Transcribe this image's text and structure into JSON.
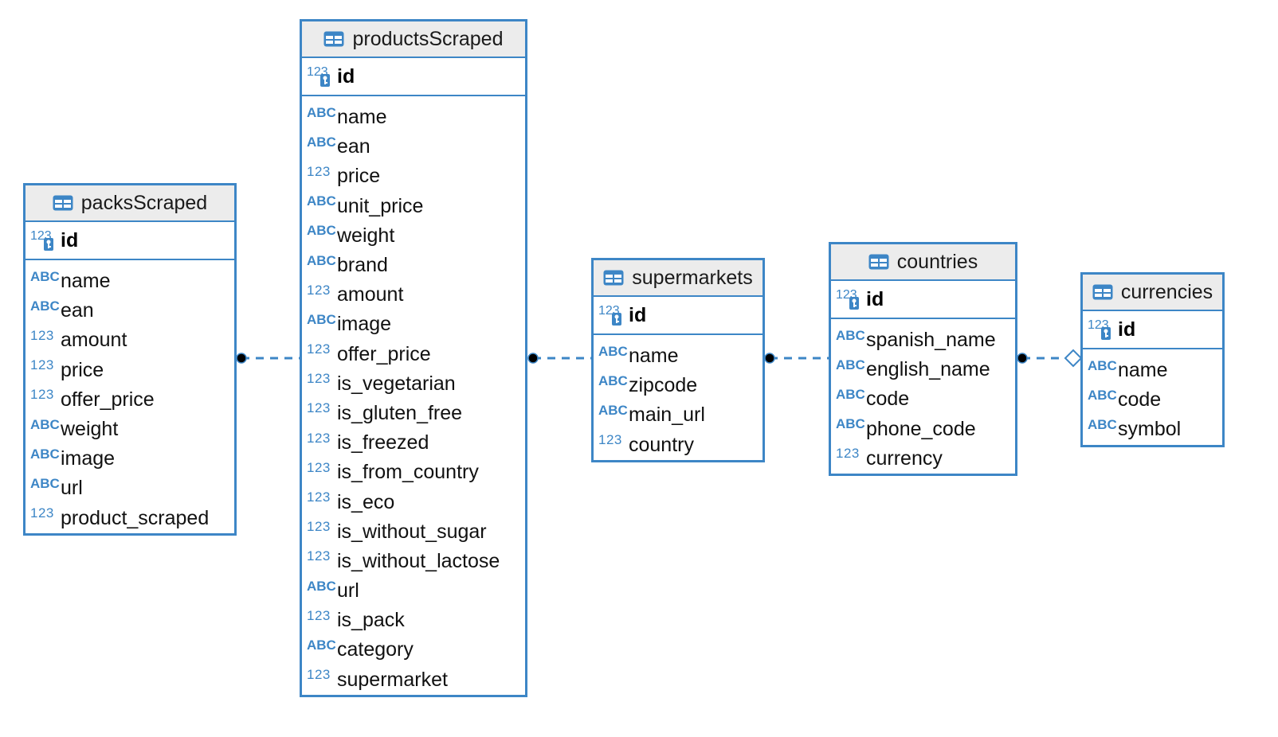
{
  "colors": {
    "accent": "#3d86c6",
    "header_bg": "#ececec"
  },
  "entities": {
    "packs": {
      "name": "packsScraped",
      "pk": {
        "type": "123",
        "name": "id"
      },
      "columns": [
        {
          "type": "ABC",
          "name": "name"
        },
        {
          "type": "ABC",
          "name": "ean"
        },
        {
          "type": "123",
          "name": "amount"
        },
        {
          "type": "123",
          "name": "price"
        },
        {
          "type": "123",
          "name": "offer_price"
        },
        {
          "type": "ABC",
          "name": "weight"
        },
        {
          "type": "ABC",
          "name": "image"
        },
        {
          "type": "ABC",
          "name": "url"
        },
        {
          "type": "123",
          "name": "product_scraped"
        }
      ]
    },
    "products": {
      "name": "productsScraped",
      "pk": {
        "type": "123",
        "name": "id"
      },
      "columns": [
        {
          "type": "ABC",
          "name": "name"
        },
        {
          "type": "ABC",
          "name": "ean"
        },
        {
          "type": "123",
          "name": "price"
        },
        {
          "type": "ABC",
          "name": "unit_price"
        },
        {
          "type": "ABC",
          "name": "weight"
        },
        {
          "type": "ABC",
          "name": "brand"
        },
        {
          "type": "123",
          "name": "amount"
        },
        {
          "type": "ABC",
          "name": "image"
        },
        {
          "type": "123",
          "name": "offer_price"
        },
        {
          "type": "123",
          "name": "is_vegetarian"
        },
        {
          "type": "123",
          "name": "is_gluten_free"
        },
        {
          "type": "123",
          "name": "is_freezed"
        },
        {
          "type": "123",
          "name": "is_from_country"
        },
        {
          "type": "123",
          "name": "is_eco"
        },
        {
          "type": "123",
          "name": "is_without_sugar"
        },
        {
          "type": "123",
          "name": "is_without_lactose"
        },
        {
          "type": "ABC",
          "name": "url"
        },
        {
          "type": "123",
          "name": "is_pack"
        },
        {
          "type": "ABC",
          "name": "category"
        },
        {
          "type": "123",
          "name": "supermarket"
        }
      ]
    },
    "supermarkets": {
      "name": "supermarkets",
      "pk": {
        "type": "123",
        "name": "id"
      },
      "columns": [
        {
          "type": "ABC",
          "name": "name"
        },
        {
          "type": "ABC",
          "name": "zipcode"
        },
        {
          "type": "ABC",
          "name": "main_url"
        },
        {
          "type": "123",
          "name": "country"
        }
      ]
    },
    "countries": {
      "name": "countries",
      "pk": {
        "type": "123",
        "name": "id"
      },
      "columns": [
        {
          "type": "ABC",
          "name": "spanish_name"
        },
        {
          "type": "ABC",
          "name": "english_name"
        },
        {
          "type": "ABC",
          "name": "code"
        },
        {
          "type": "ABC",
          "name": "phone_code"
        },
        {
          "type": "123",
          "name": "currency"
        }
      ]
    },
    "currencies": {
      "name": "currencies",
      "pk": {
        "type": "123",
        "name": "id"
      },
      "columns": [
        {
          "type": "ABC",
          "name": "name"
        },
        {
          "type": "ABC",
          "name": "code"
        },
        {
          "type": "ABC",
          "name": "symbol"
        }
      ]
    }
  },
  "relationships": [
    {
      "from": "packs",
      "to": "products",
      "start_marker": "dot",
      "end_marker": "none"
    },
    {
      "from": "products",
      "to": "supermarkets",
      "start_marker": "dot",
      "end_marker": "none"
    },
    {
      "from": "supermarkets",
      "to": "countries",
      "start_marker": "dot",
      "end_marker": "none"
    },
    {
      "from": "countries",
      "to": "currencies",
      "start_marker": "dot",
      "end_marker": "diamond"
    }
  ]
}
